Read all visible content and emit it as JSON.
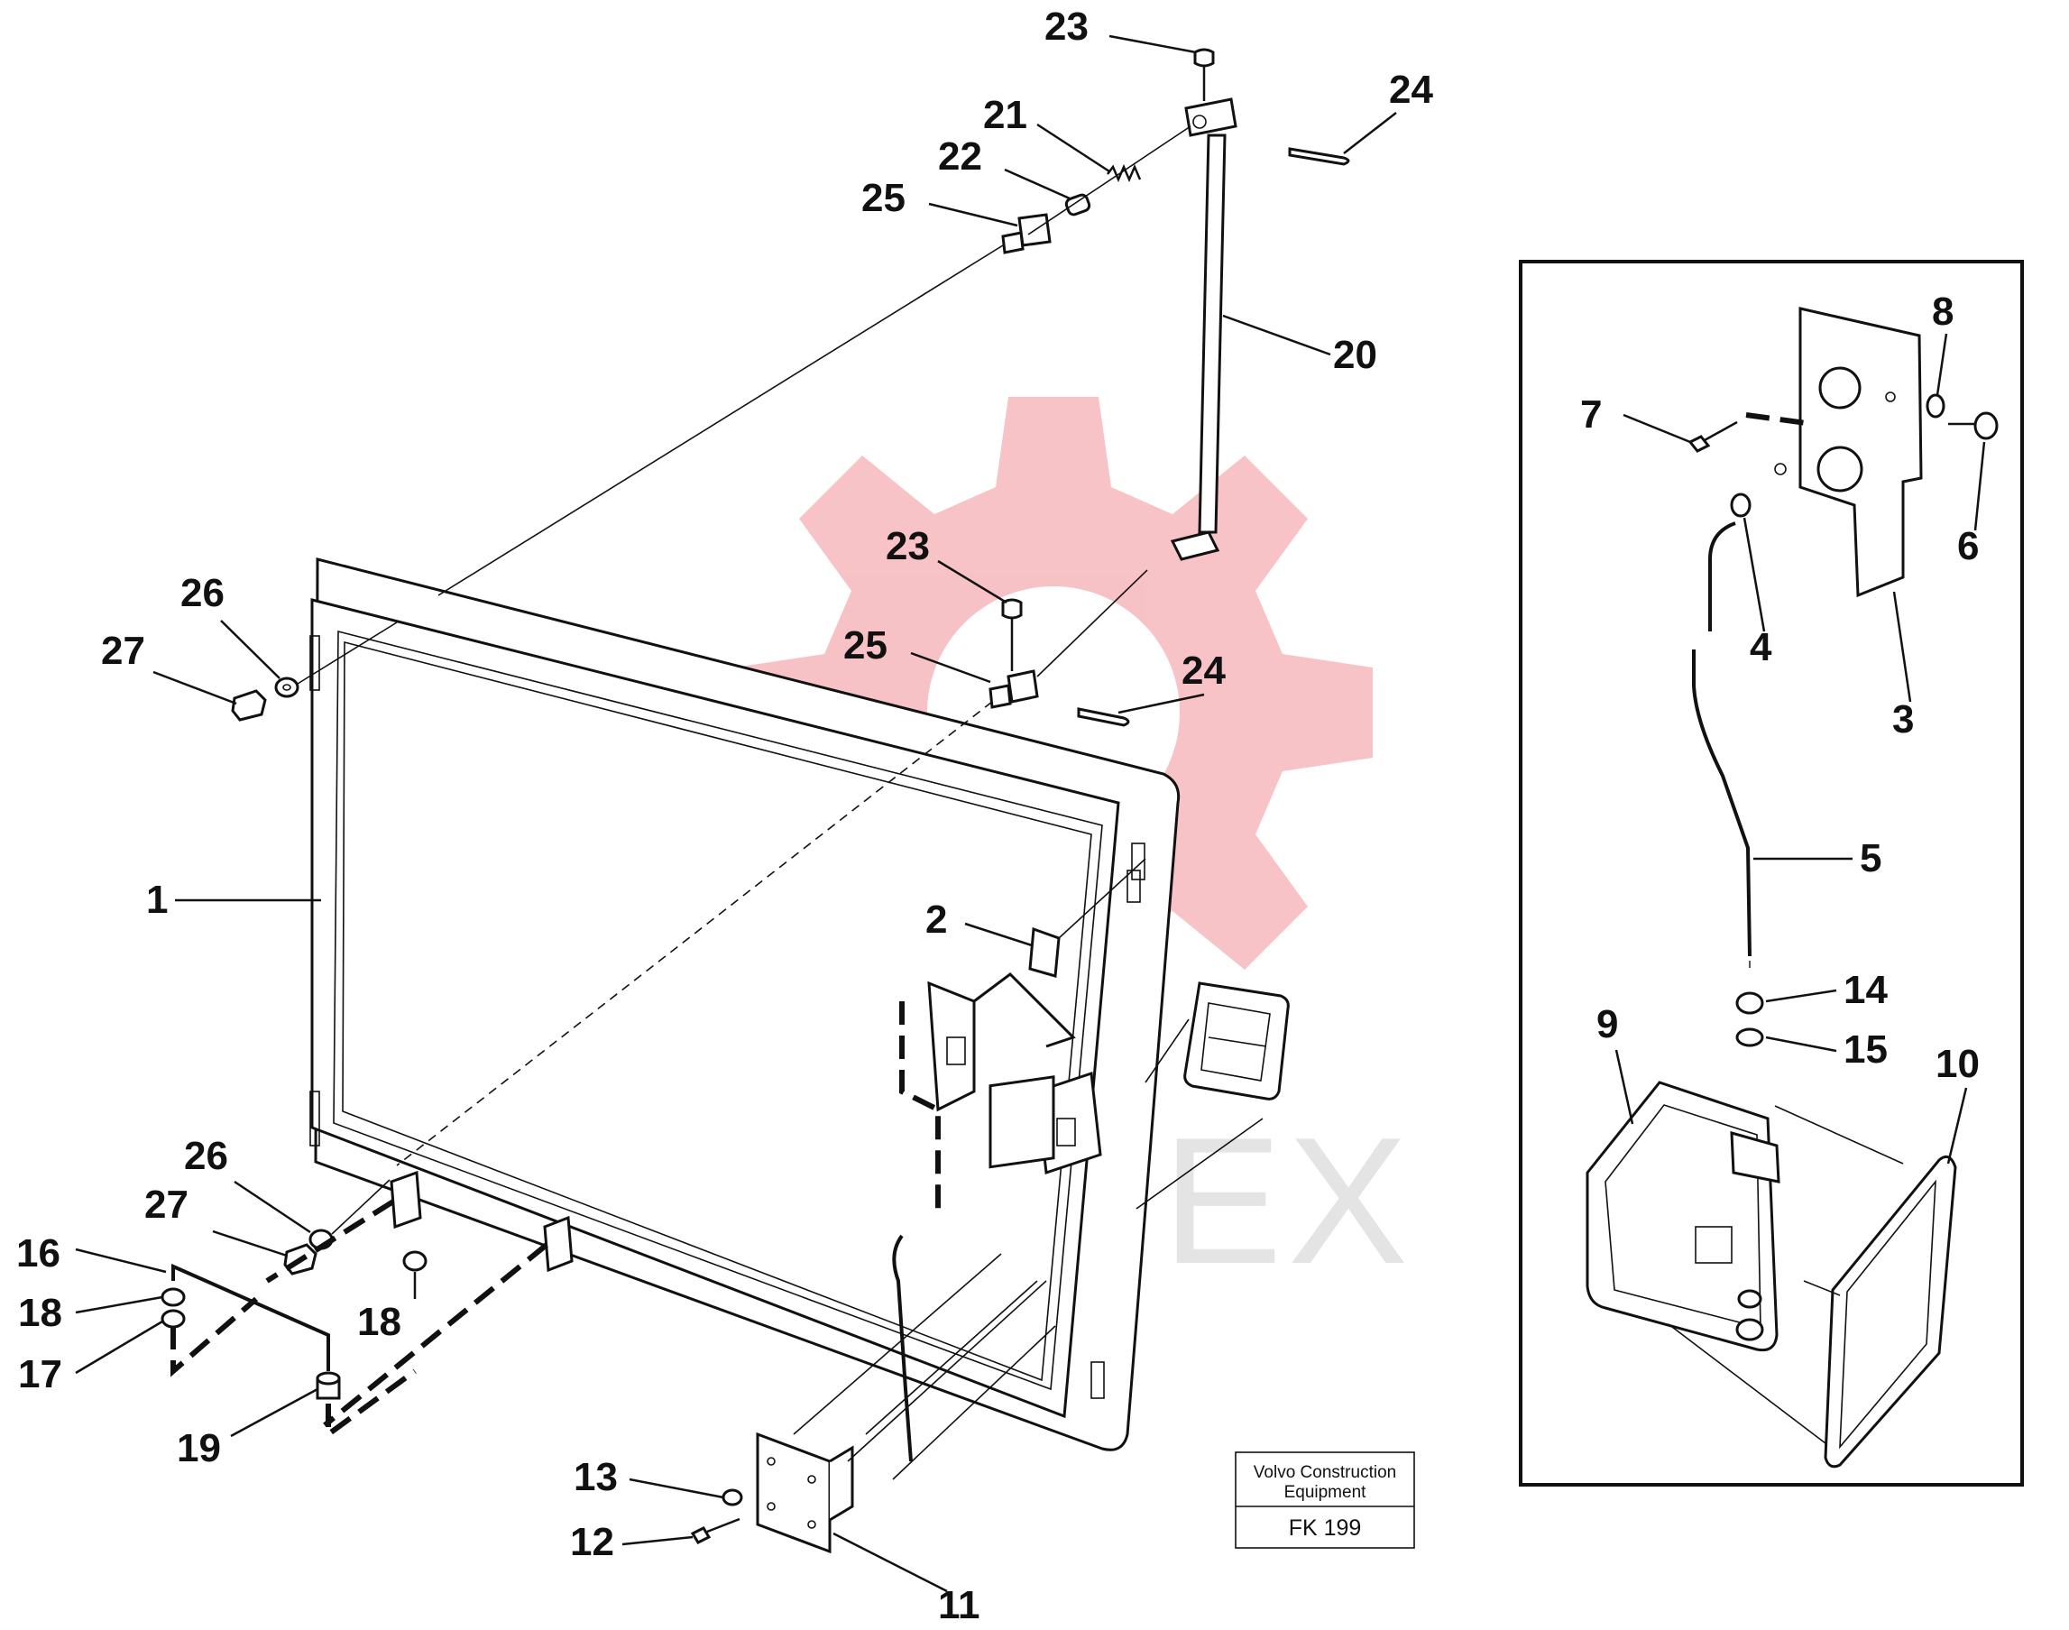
{
  "watermark": {
    "text": "ИНТЕХ",
    "gear_color": "#f4a3a8"
  },
  "callouts": [
    {
      "id": "c23a",
      "label": "23"
    },
    {
      "id": "c24a",
      "label": "24"
    },
    {
      "id": "c21",
      "label": "21"
    },
    {
      "id": "c22",
      "label": "22"
    },
    {
      "id": "c25a",
      "label": "25"
    },
    {
      "id": "c20",
      "label": "20"
    },
    {
      "id": "c23b",
      "label": "23"
    },
    {
      "id": "c25b",
      "label": "25"
    },
    {
      "id": "c24b",
      "label": "24"
    },
    {
      "id": "c26a",
      "label": "26"
    },
    {
      "id": "c27a",
      "label": "27"
    },
    {
      "id": "c1",
      "label": "1"
    },
    {
      "id": "c2",
      "label": "2"
    },
    {
      "id": "c26b",
      "label": "26"
    },
    {
      "id": "c27b",
      "label": "27"
    },
    {
      "id": "c16",
      "label": "16"
    },
    {
      "id": "c18a",
      "label": "18"
    },
    {
      "id": "c17",
      "label": "17"
    },
    {
      "id": "c18b",
      "label": "18"
    },
    {
      "id": "c19",
      "label": "19"
    },
    {
      "id": "c13",
      "label": "13"
    },
    {
      "id": "c12",
      "label": "12"
    },
    {
      "id": "c11",
      "label": "11"
    },
    {
      "id": "c8",
      "label": "8"
    },
    {
      "id": "c7",
      "label": "7"
    },
    {
      "id": "c6",
      "label": "6"
    },
    {
      "id": "c4",
      "label": "4"
    },
    {
      "id": "c3",
      "label": "3"
    },
    {
      "id": "c5",
      "label": "5"
    },
    {
      "id": "c14",
      "label": "14"
    },
    {
      "id": "c9",
      "label": "9"
    },
    {
      "id": "c15",
      "label": "15"
    },
    {
      "id": "c10",
      "label": "10"
    }
  ],
  "stamp": {
    "line1": "Volvo Construction",
    "line2": "Equipment",
    "code": "FK 199"
  }
}
